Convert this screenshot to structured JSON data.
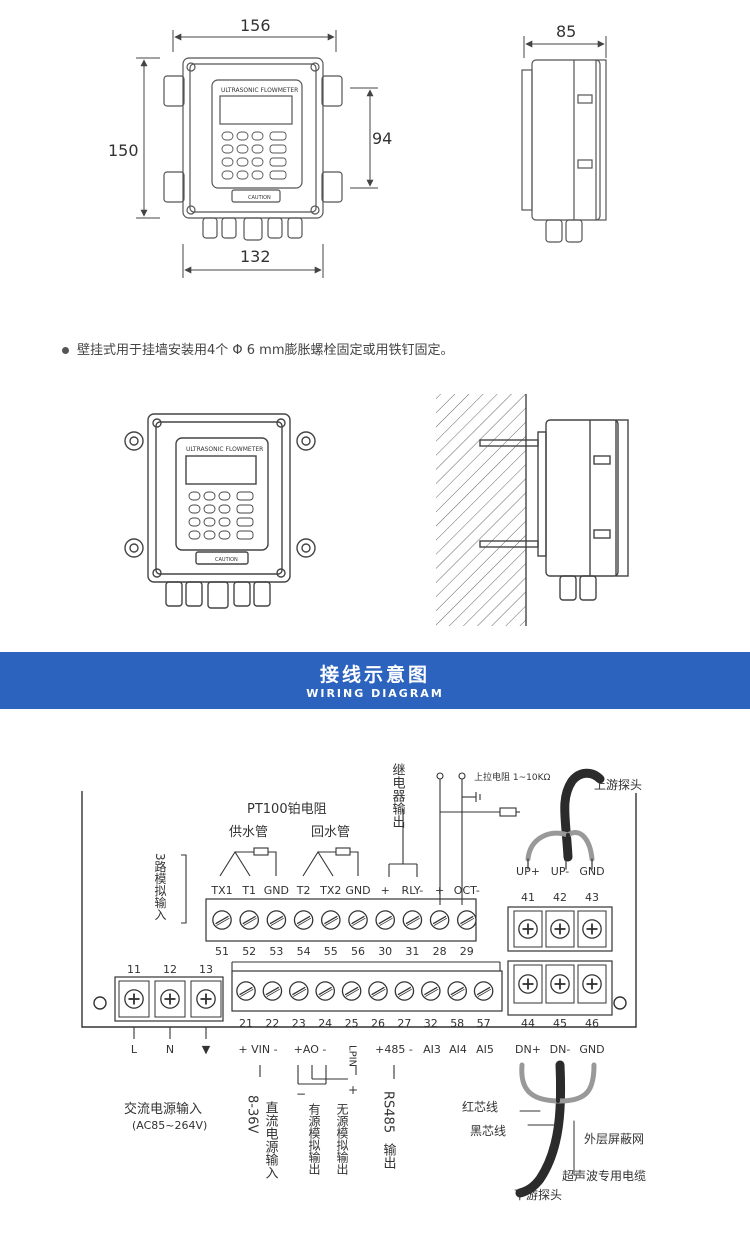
{
  "dimensions": {
    "width_top": "156",
    "height_left": "150",
    "height_mount": "94",
    "width_bottom": "132",
    "depth_side": "85"
  },
  "meter": {
    "brand_label": "ULTRASONIC FLOWMETER",
    "caution_label": "CAUTION"
  },
  "note": {
    "text": "壁挂式用于挂墙安装用4个 Φ 6 mm膨胀螺栓固定或用铁钉固定。"
  },
  "banner": {
    "title_cn": "接线示意图",
    "title_en": "WIRING DIAGRAM"
  },
  "wiring": {
    "pt100_title": "PT100铂电阻",
    "supply_pipe": "供水管",
    "return_pipe": "回水管",
    "analog_3ch": "3路模拟输入",
    "relay_output": "继电器输出",
    "pullup_resistor": "上拉电阻 1~10KΩ",
    "upstream_probe": "上游探头",
    "downstream_probe": "下游探头",
    "red_wire": "红芯线",
    "black_wire": "黑芯线",
    "outer_shield": "外层屏蔽网",
    "ultrasonic_cable": "超声波专用电缆",
    "ac_power": "交流电源输入",
    "ac_range": "(AC85~264V)",
    "dc_range": "8-36V",
    "dc_power": "直流电源输入",
    "active_analog": "有源模拟输出",
    "passive_analog": "无源模拟输出",
    "rs485_label": "RS485",
    "rs485_output": "输出",
    "upper_terminals": [
      {
        "name": "TX1",
        "num": "51"
      },
      {
        "name": "T1",
        "num": "52"
      },
      {
        "name": "GND",
        "num": "53"
      },
      {
        "name": "T2",
        "num": "54"
      },
      {
        "name": "TX2",
        "num": "55"
      },
      {
        "name": "GND",
        "num": "56"
      },
      {
        "name": "+",
        "num": "30"
      },
      {
        "name": "RLY-",
        "num": "31"
      },
      {
        "name": "+",
        "num": "28"
      },
      {
        "name": "OCT-",
        "num": "29"
      }
    ],
    "power_terminals": [
      {
        "num": "11",
        "name": "L"
      },
      {
        "num": "12",
        "name": "N"
      },
      {
        "num": "13",
        "name": "▼"
      }
    ],
    "lower_terminals": [
      {
        "num": "21"
      },
      {
        "num": "22"
      },
      {
        "num": "23"
      },
      {
        "num": "24"
      },
      {
        "num": "25"
      },
      {
        "num": "26"
      },
      {
        "num": "27"
      },
      {
        "num": "32"
      },
      {
        "num": "58"
      },
      {
        "num": "57"
      }
    ],
    "lower_groups": [
      "+ VIN -",
      "+AO -",
      "LPIN",
      "+485 -",
      "AI3",
      "AI4",
      "AI5"
    ],
    "probe_top_terminals": [
      {
        "name": "UP+",
        "num": "41"
      },
      {
        "name": "UP-",
        "num": "42"
      },
      {
        "name": "GND",
        "num": "43"
      }
    ],
    "probe_bottom_terminals": [
      {
        "num": "44",
        "name": "DN+"
      },
      {
        "num": "45",
        "name": "DN-"
      },
      {
        "num": "46",
        "name": "GND"
      }
    ]
  }
}
